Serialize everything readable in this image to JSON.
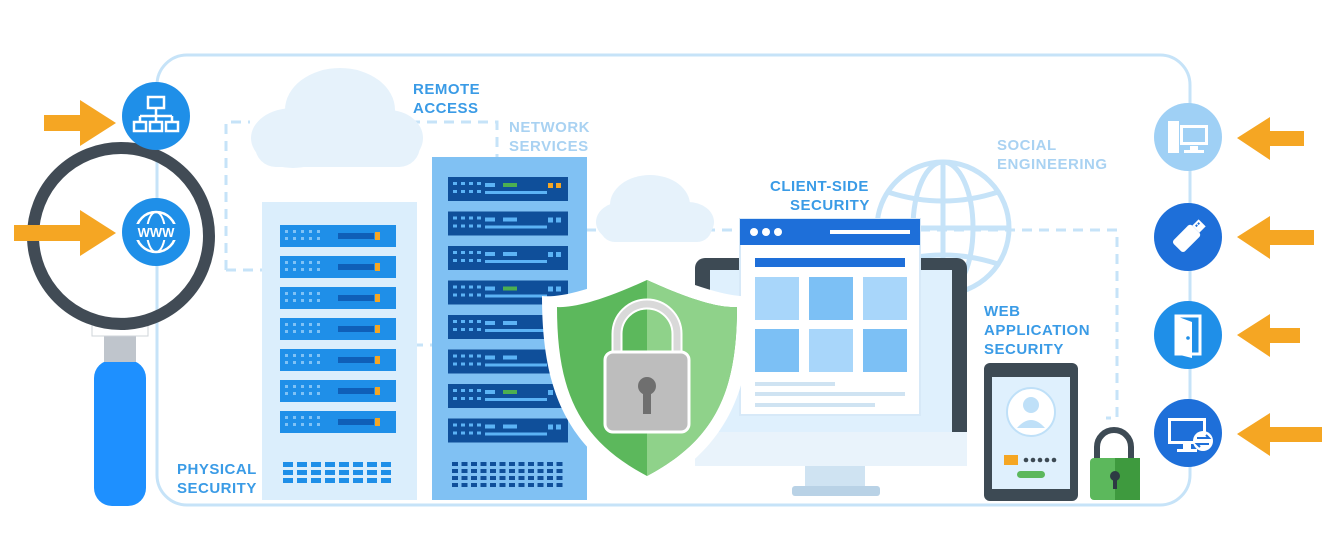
{
  "colors": {
    "frame": "#c6e3f8",
    "accent_blue": "#1f8fe8",
    "arrow_orange": "#f5a623",
    "shield_green": "#4caf50",
    "label_dark": "#3a9be6",
    "label_light": "#a9d2f2",
    "monitor_dark": "#3d4a54"
  },
  "labels": {
    "remote_access": [
      "REMOTE",
      "ACCESS"
    ],
    "network_services": [
      "NETWORK",
      "SERVICES"
    ],
    "social_engineering": [
      "SOCIAL",
      "ENGINEERING"
    ],
    "client_side_security": [
      "CLIENT-SIDE",
      "SECURITY"
    ],
    "web_application_security": [
      "WEB",
      "APPLICATION",
      "SECURITY"
    ],
    "physical_security": [
      "PHYSICAL",
      "SECURITY"
    ]
  },
  "left_icons": [
    {
      "name": "network-topology-icon"
    },
    {
      "name": "www-globe-icon",
      "text": "WWW"
    }
  ],
  "right_icons": [
    {
      "name": "desktop-computer-icon"
    },
    {
      "name": "usb-drive-icon"
    },
    {
      "name": "door-exit-icon"
    },
    {
      "name": "remote-desktop-icon"
    }
  ]
}
